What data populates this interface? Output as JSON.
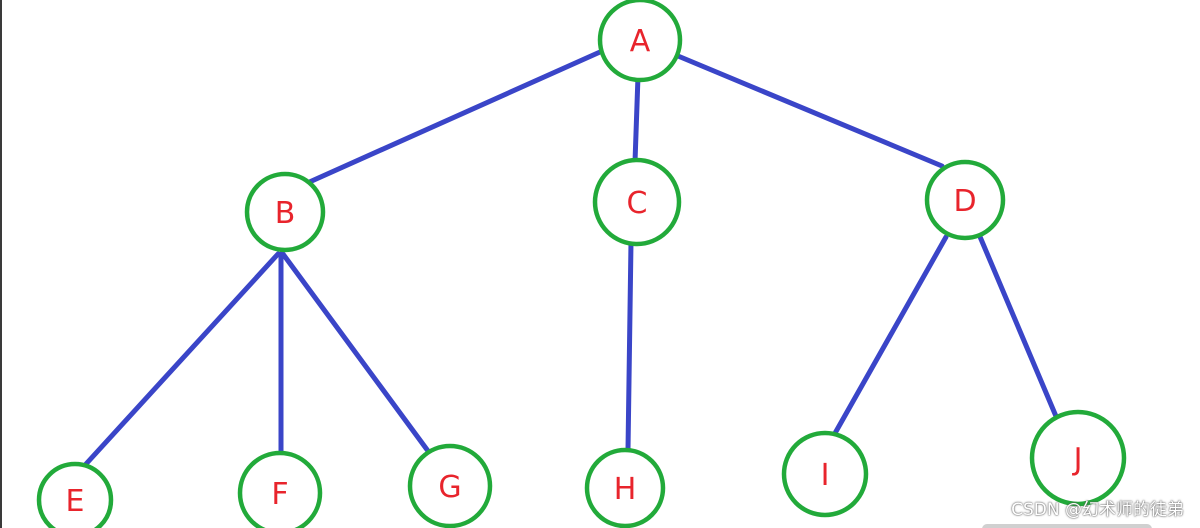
{
  "colors": {
    "edge": "#3a45c8",
    "node_stroke": "#22aa3a",
    "label": "#e8242c"
  },
  "nodes": [
    {
      "id": "A",
      "label": "A"
    },
    {
      "id": "B",
      "label": "B"
    },
    {
      "id": "C",
      "label": "C"
    },
    {
      "id": "D",
      "label": "D"
    },
    {
      "id": "E",
      "label": "E"
    },
    {
      "id": "F",
      "label": "F"
    },
    {
      "id": "G",
      "label": "G"
    },
    {
      "id": "H",
      "label": "H"
    },
    {
      "id": "I",
      "label": "I"
    },
    {
      "id": "J",
      "label": "J"
    }
  ],
  "edges": [
    {
      "from": "A",
      "to": "B"
    },
    {
      "from": "A",
      "to": "C"
    },
    {
      "from": "A",
      "to": "D"
    },
    {
      "from": "B",
      "to": "E"
    },
    {
      "from": "B",
      "to": "F"
    },
    {
      "from": "B",
      "to": "G"
    },
    {
      "from": "C",
      "to": "H"
    },
    {
      "from": "D",
      "to": "I"
    },
    {
      "from": "D",
      "to": "J"
    }
  ],
  "watermark": "CSDN @幻术师的徒弟"
}
